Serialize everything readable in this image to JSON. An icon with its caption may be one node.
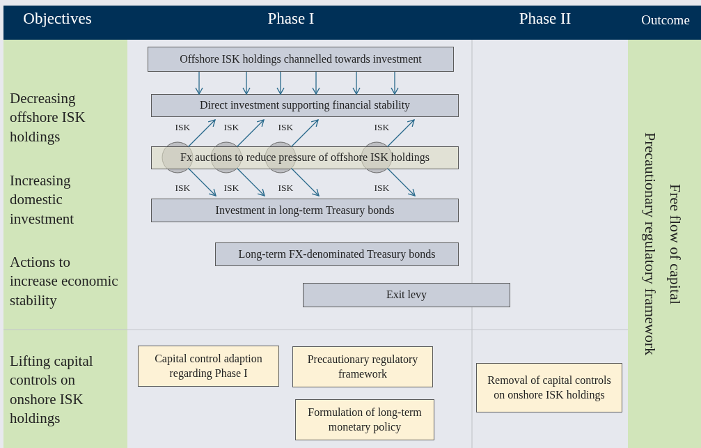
{
  "diagram": {
    "nodes": [
      {
        "text": [
          "Offshore ISK holdings channelled towards investment"
        ]
      },
      {
        "text": [
          "Direct investment supporting financial stability"
        ]
      },
      {
        "text": [
          "Fx auctions to reduce pressure of offshore ISK holdings"
        ]
      },
      {
        "text": [],
        "shape": "circle"
      },
      {
        "text": [],
        "shape": "circle"
      },
      {
        "text": [],
        "shape": "circle"
      },
      {
        "text": [],
        "shape": "circle"
      },
      {
        "text": [
          "Investment in long-term Treasury bonds"
        ]
      },
      {
        "text": [
          "Long-term FX-denominated Treasury bonds"
        ]
      },
      {
        "text": [
          "Exit levy"
        ]
      },
      {
        "text": [
          "Capital control adaption regarding Phase I"
        ]
      },
      {
        "text": [
          "Precautionary regulatory framework"
        ]
      },
      {
        "text": [
          "Formulation of long-term monetary policy"
        ]
      },
      {
        "text": [
          "Removal of capital controls on onshore ISK holdings"
        ]
      }
    ],
    "edges": [
      {
        "from": 0,
        "to": 1,
        "arrow": "to"
      },
      {
        "from": 0,
        "to": 1,
        "arrow": "to"
      },
      {
        "from": 0,
        "to": 1,
        "arrow": "to"
      },
      {
        "from": 0,
        "to": 1,
        "arrow": "to"
      },
      {
        "from": 0,
        "to": 1,
        "arrow": "to"
      },
      {
        "from": 0,
        "to": 1,
        "arrow": "to"
      },
      {
        "from": 3,
        "to": 1,
        "arrow": "to",
        "label": "ISK"
      },
      {
        "from": 4,
        "to": 1,
        "arrow": "to",
        "label": "ISK"
      },
      {
        "from": 5,
        "to": 1,
        "arrow": "to",
        "label": "ISK"
      },
      {
        "from": 6,
        "to": 1,
        "arrow": "to",
        "label": "ISK"
      },
      {
        "from": 3,
        "to": 7,
        "arrow": "to",
        "label": "ISK"
      },
      {
        "from": 4,
        "to": 7,
        "arrow": "to",
        "label": "ISK"
      },
      {
        "from": 5,
        "to": 7,
        "arrow": "to",
        "label": "ISK"
      },
      {
        "from": 6,
        "to": 7,
        "arrow": "to",
        "label": "ISK"
      }
    ],
    "labels": [
      "Objectives",
      "Phase I",
      "Phase II",
      "Outcome",
      "Decreasing offshore ISK holdings",
      "Increasing domestic investment",
      "Actions to increase economic stability",
      "Lifting capital controls on onshore ISK holdings",
      "Free flow of capital",
      "Precautionary regulatory framework"
    ]
  }
}
